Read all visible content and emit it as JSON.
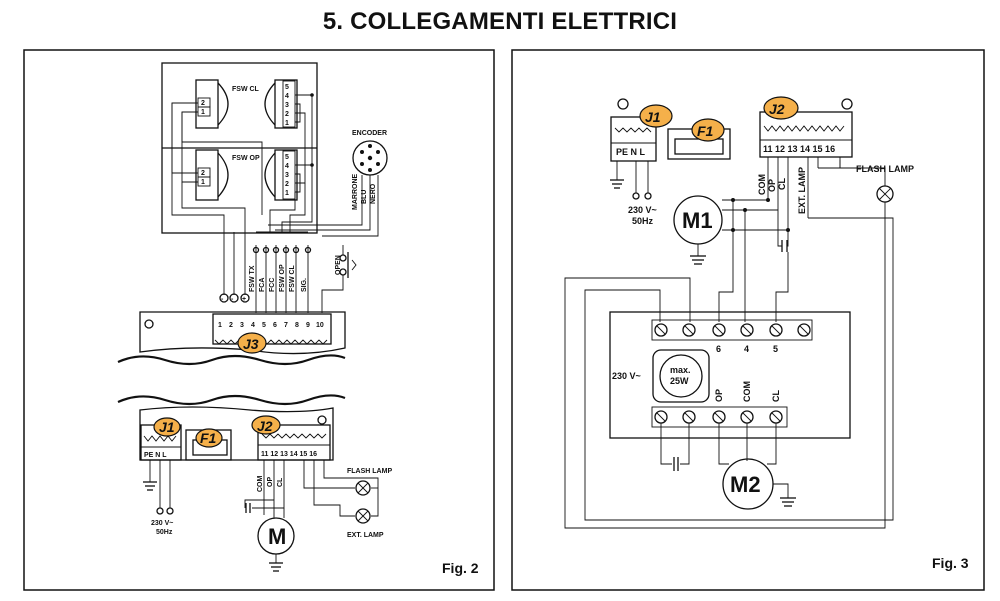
{
  "page": {
    "title": "5. COLLEGAMENTI ELETTRICI"
  },
  "fig2": {
    "caption": "Fig. 2",
    "fsw_cl": "FSW CL",
    "fsw_op": "FSW OP",
    "encoder": "ENCODER",
    "encoder_wires": [
      "MARRONE",
      "BLU",
      "NERO"
    ],
    "open_label": "OPEN",
    "j3_terminal_labels": [
      "FSW TX",
      "FCA",
      "FCC",
      "FSW OP",
      "FSW CL",
      "SIG."
    ],
    "j3_signs": [
      "-",
      "-",
      "+"
    ],
    "j3_numbers": [
      "1",
      "2",
      "3",
      "4",
      "5",
      "6",
      "7",
      "8",
      "9",
      "10"
    ],
    "j3": "J3",
    "j1": "J1",
    "f1": "F1",
    "j2": "J2",
    "j1_pins": "PE  N  L",
    "j2_pins": "11 12 13 14 15 16",
    "motor_wires": [
      "COM",
      "OP",
      "CL"
    ],
    "power_line1": "230 V~",
    "power_line2": "50Hz",
    "flash_lamp": "FLASH LAMP",
    "ext_lamp": "EXT. LAMP",
    "motor": "M"
  },
  "fig3": {
    "caption": "Fig. 3",
    "j1": "J1",
    "f1": "F1",
    "j2": "J2",
    "j1_pins": "PE  N  L",
    "j2_pins": "11 12 13 14 15 16",
    "j2_wires": [
      "COM",
      "OP",
      "CL",
      "EXT. LAMP"
    ],
    "flash_lamp": "FLASH LAMP",
    "power_line1": "230 V~",
    "power_line2": "50Hz",
    "motor1": "M1",
    "motor2": "M2",
    "box_numbers": [
      "6",
      "4",
      "5"
    ],
    "box_voltage": "230 V~",
    "lamp_line1": "max.",
    "lamp_line2": "25W",
    "m2_wires": [
      "OP",
      "COM",
      "CL"
    ]
  }
}
